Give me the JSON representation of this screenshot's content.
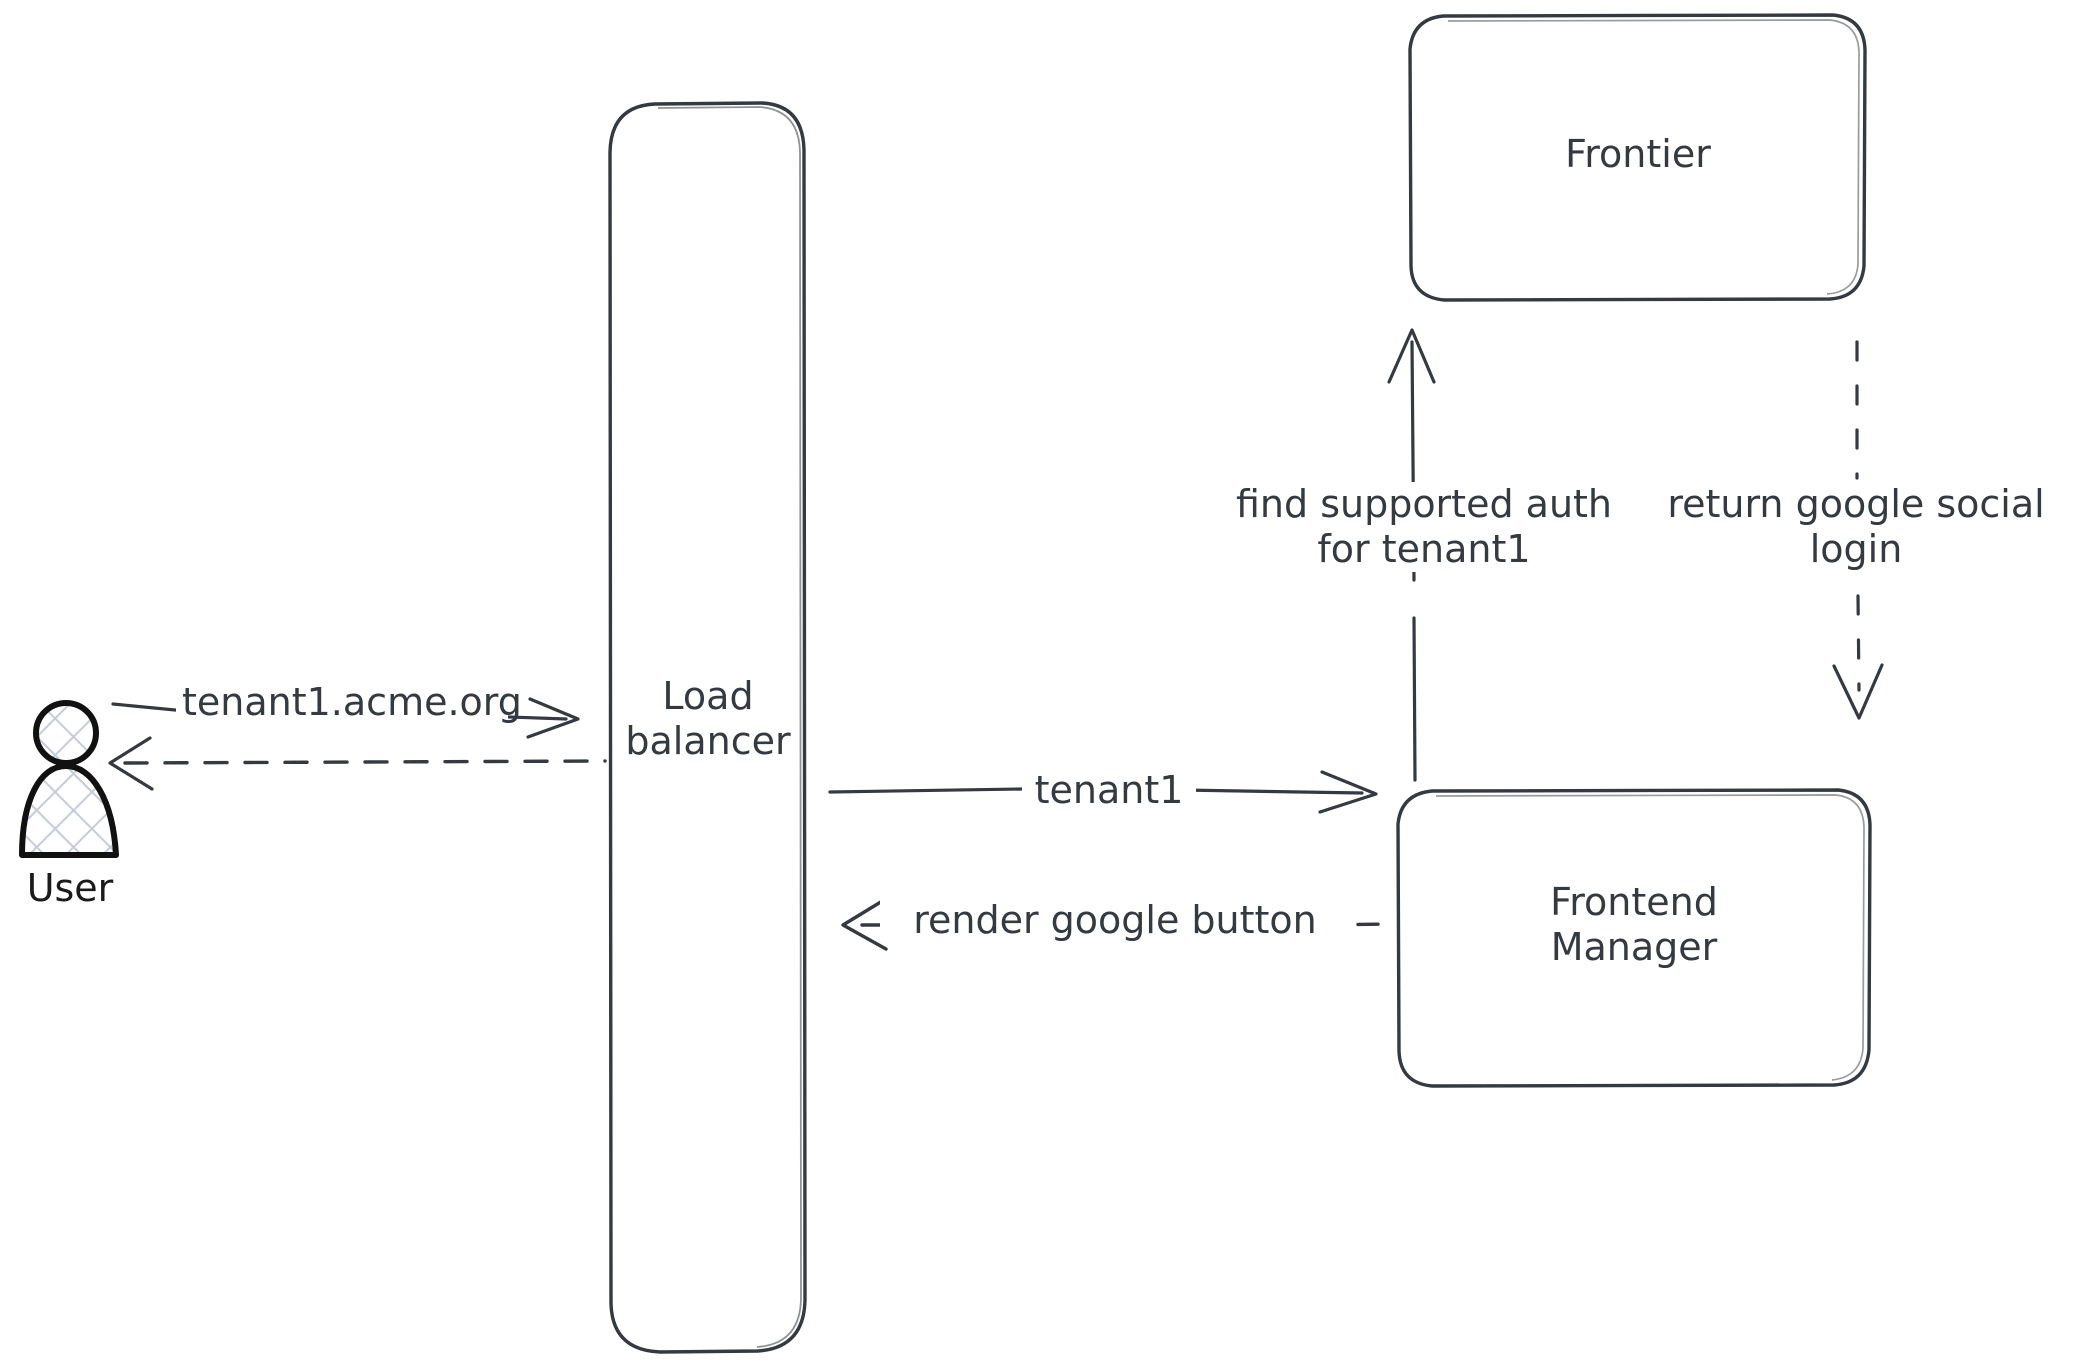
{
  "diagram": {
    "type": "flow-diagram",
    "style": "hand-drawn sketch",
    "background_color": "#ffffff",
    "stroke_color": "#343a40",
    "actor_stroke_color": "#111111",
    "actor_hatch_color": "#c5ccd8"
  },
  "nodes": {
    "user": {
      "label": "User",
      "shape": "actor"
    },
    "load_balancer": {
      "label": "Load\nbalancer",
      "shape": "rounded-rect"
    },
    "frontier": {
      "label": "Frontier",
      "shape": "rounded-rect"
    },
    "frontend_manager": {
      "label": "Frontend\nManager",
      "shape": "rounded-rect"
    }
  },
  "edges": [
    {
      "id": "user-to-lb",
      "label": "tenant1.acme.org",
      "from": "user",
      "to": "load_balancer",
      "style": "solid",
      "direction": "right"
    },
    {
      "id": "lb-to-user",
      "label": "",
      "from": "load_balancer",
      "to": "user",
      "style": "dashed",
      "direction": "left"
    },
    {
      "id": "lb-to-fm",
      "label": "tenant1",
      "from": "load_balancer",
      "to": "frontend_manager",
      "style": "solid",
      "direction": "right"
    },
    {
      "id": "fm-to-lb",
      "label": "render google button",
      "from": "frontend_manager",
      "to": "load_balancer",
      "style": "dashed",
      "direction": "left"
    },
    {
      "id": "fm-to-frontier",
      "label": "find supported auth\nfor tenant1",
      "from": "frontend_manager",
      "to": "frontier",
      "style": "solid",
      "direction": "up"
    },
    {
      "id": "frontier-to-fm",
      "label": "return google social\nlogin",
      "from": "frontier",
      "to": "frontend_manager",
      "style": "dashed",
      "direction": "down"
    }
  ]
}
